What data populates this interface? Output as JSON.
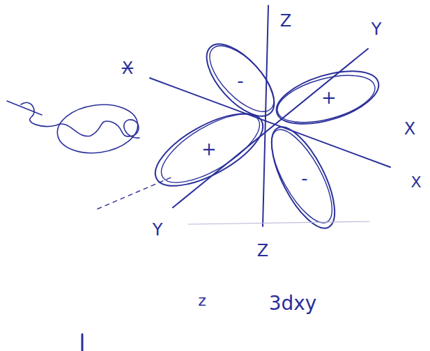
{
  "diagram": {
    "labels": [
      "Z",
      "Y",
      "X",
      "-",
      "+",
      "X",
      "+",
      "-",
      "X",
      "Y",
      "Z",
      "z",
      "3dxy"
    ]
  }
}
